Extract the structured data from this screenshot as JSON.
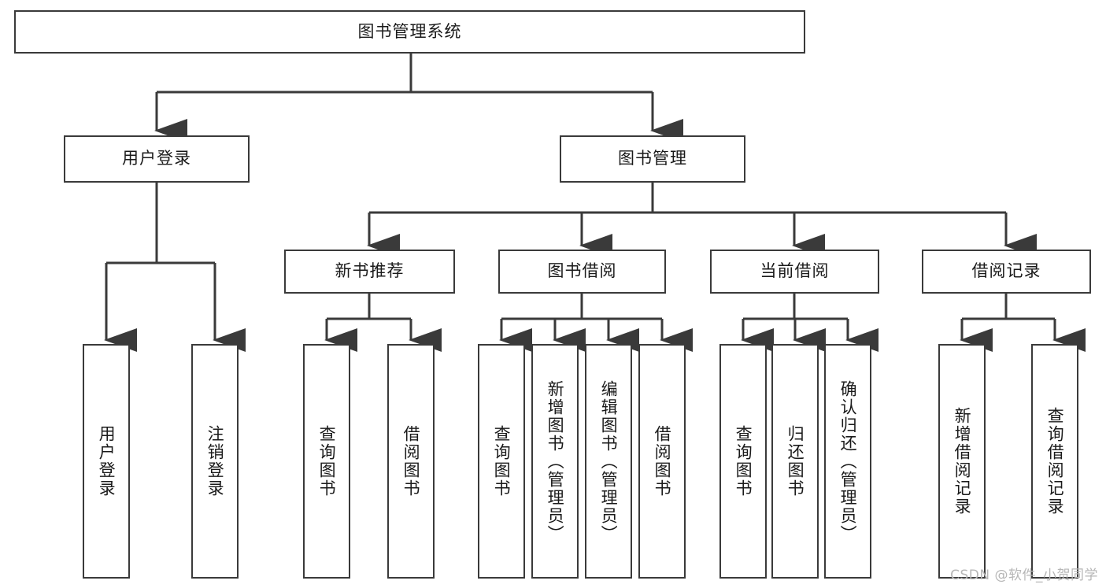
{
  "diagram": {
    "kind": "tree-diagram",
    "title": "图书管理系统",
    "root": {
      "id": "root",
      "label": "图书管理系统",
      "orientation": "horizontal"
    },
    "level2": [
      {
        "id": "user-login",
        "label": "用户登录",
        "orientation": "horizontal"
      },
      {
        "id": "book-management",
        "label": "图书管理",
        "orientation": "horizontal"
      }
    ],
    "level3": [
      {
        "id": "new-book-recommend",
        "label": "新书推荐",
        "orientation": "horizontal",
        "parent": "book-management"
      },
      {
        "id": "book-borrow",
        "label": "图书借阅",
        "orientation": "horizontal",
        "parent": "book-management"
      },
      {
        "id": "current-borrow",
        "label": "当前借阅",
        "orientation": "horizontal",
        "parent": "book-management"
      },
      {
        "id": "borrow-record",
        "label": "借阅记录",
        "orientation": "horizontal",
        "parent": "book-management"
      }
    ],
    "leaves": [
      {
        "id": "leaf-user-login",
        "label": "用户登录",
        "parent": "user-login"
      },
      {
        "id": "leaf-logout-login",
        "label": "注销登录",
        "parent": "user-login"
      },
      {
        "id": "leaf-query-book-1",
        "label": "查询图书",
        "parent": "new-book-recommend"
      },
      {
        "id": "leaf-borrow-book-1",
        "label": "借阅图书",
        "parent": "new-book-recommend"
      },
      {
        "id": "leaf-query-book-2",
        "label": "查询图书",
        "parent": "book-borrow"
      },
      {
        "id": "leaf-add-book",
        "label": "新增图书（管理员）",
        "parent": "book-borrow"
      },
      {
        "id": "leaf-edit-book",
        "label": "编辑图书（管理员）",
        "parent": "book-borrow"
      },
      {
        "id": "leaf-borrow-book-2",
        "label": "借阅图书",
        "parent": "book-borrow"
      },
      {
        "id": "leaf-query-book-3",
        "label": "查询图书",
        "parent": "current-borrow"
      },
      {
        "id": "leaf-return-book",
        "label": "归还图书",
        "parent": "current-borrow"
      },
      {
        "id": "leaf-confirm-return",
        "label": "确认归还（管理员）",
        "parent": "current-borrow"
      },
      {
        "id": "leaf-add-record",
        "label": "新增借阅记录",
        "parent": "borrow-record"
      },
      {
        "id": "leaf-query-record",
        "label": "查询借阅记录",
        "parent": "borrow-record"
      }
    ],
    "colors": {
      "stroke": "#3a3a3a",
      "text": "#1a1a1a",
      "background": "#ffffff",
      "watermark": "#b6b6b6"
    }
  },
  "watermark": {
    "text": "CSDN @软件_小贺同学"
  }
}
